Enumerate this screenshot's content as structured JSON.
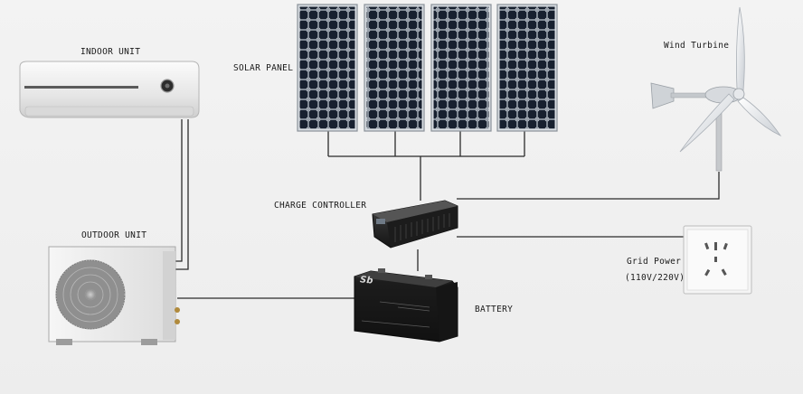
{
  "labels": {
    "indoor_unit": "INDOOR UNIT",
    "outdoor_unit": "OUTDOOR UNIT",
    "solar_panel": "SOLAR PANEL",
    "charge_controller": "CHARGE CONTROLLER",
    "battery": "BATTERY",
    "wind_turbine": "Wind Turbine",
    "grid_power": "Grid Power",
    "grid_voltage": "(110V/220V)"
  },
  "battery_logo": "Sb",
  "colors": {
    "background": "#efefef",
    "wire": "#2b2b2b",
    "panel_cell": "#1b2538",
    "ac_body": "#e8e8e8",
    "battery_body": "#1e1e1e",
    "controller_body": "#222222"
  }
}
